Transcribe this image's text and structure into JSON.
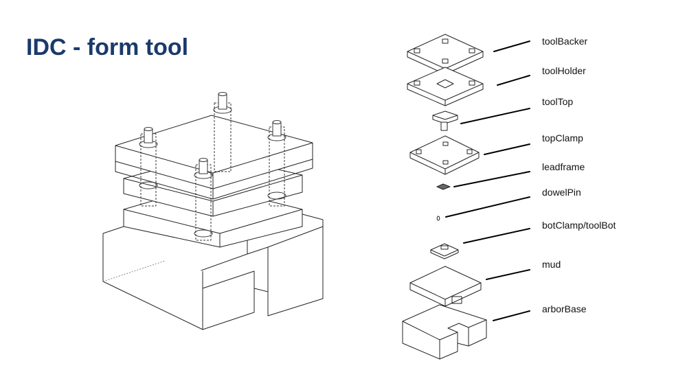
{
  "slide": {
    "title": "IDC - form tool",
    "title_color": "#1a3a6b"
  },
  "parts": [
    "toolBacker",
    "toolHolder",
    "toolTop",
    "topClamp",
    "leadframe",
    "dowelPin",
    "botClamp/toolBot",
    "mud",
    "arborBase"
  ]
}
